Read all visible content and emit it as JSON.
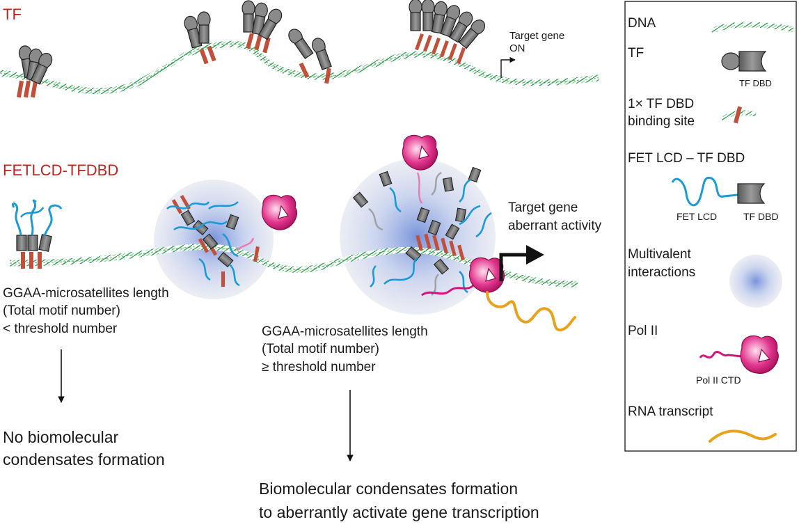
{
  "top_panel": {
    "title": "TF",
    "target_label_1": "Target gene",
    "target_label_2": "ON"
  },
  "bottom_panel": {
    "title": "FETLCD-TFDBD",
    "target_label_1": "Target gene",
    "target_label_2": "aberrant activity",
    "left_condition": [
      "GGAA-microsatellites length",
      "(Total motif number)",
      "< threshold number"
    ],
    "right_condition": [
      "GGAA-microsatellites length",
      "(Total motif number)",
      "≥ threshold number"
    ],
    "left_outcome": [
      "No biomolecular",
      "condensates formation"
    ],
    "right_outcome": [
      "Biomolecular condensates formation",
      "to aberrantly activate gene transcription"
    ]
  },
  "legend": {
    "dna": "DNA",
    "tf": "TF",
    "tf_dbd": "TF DBD",
    "binding_site_1": "1× TF DBD",
    "binding_site_2": "binding site",
    "fet_title": "FET LCD – TF DBD",
    "fet_lcd": "FET LCD",
    "fet_tf_dbd": "TF DBD",
    "multivalent_1": "Multivalent",
    "multivalent_2": "interactions",
    "pol2": "Pol II",
    "pol2_ctd": "Pol II CTD",
    "rna": "RNA transcript"
  },
  "colors": {
    "dna_green": "#2f9e4a",
    "binding_site_red": "#c0503a",
    "tf_gray": "#707070",
    "fet_blue": "#1b9ad6",
    "pol2_magenta": "#d4147a",
    "rna_orange": "#e8a21b",
    "title_red": "#c4221f",
    "condensate_blue": "#3c64c8"
  }
}
